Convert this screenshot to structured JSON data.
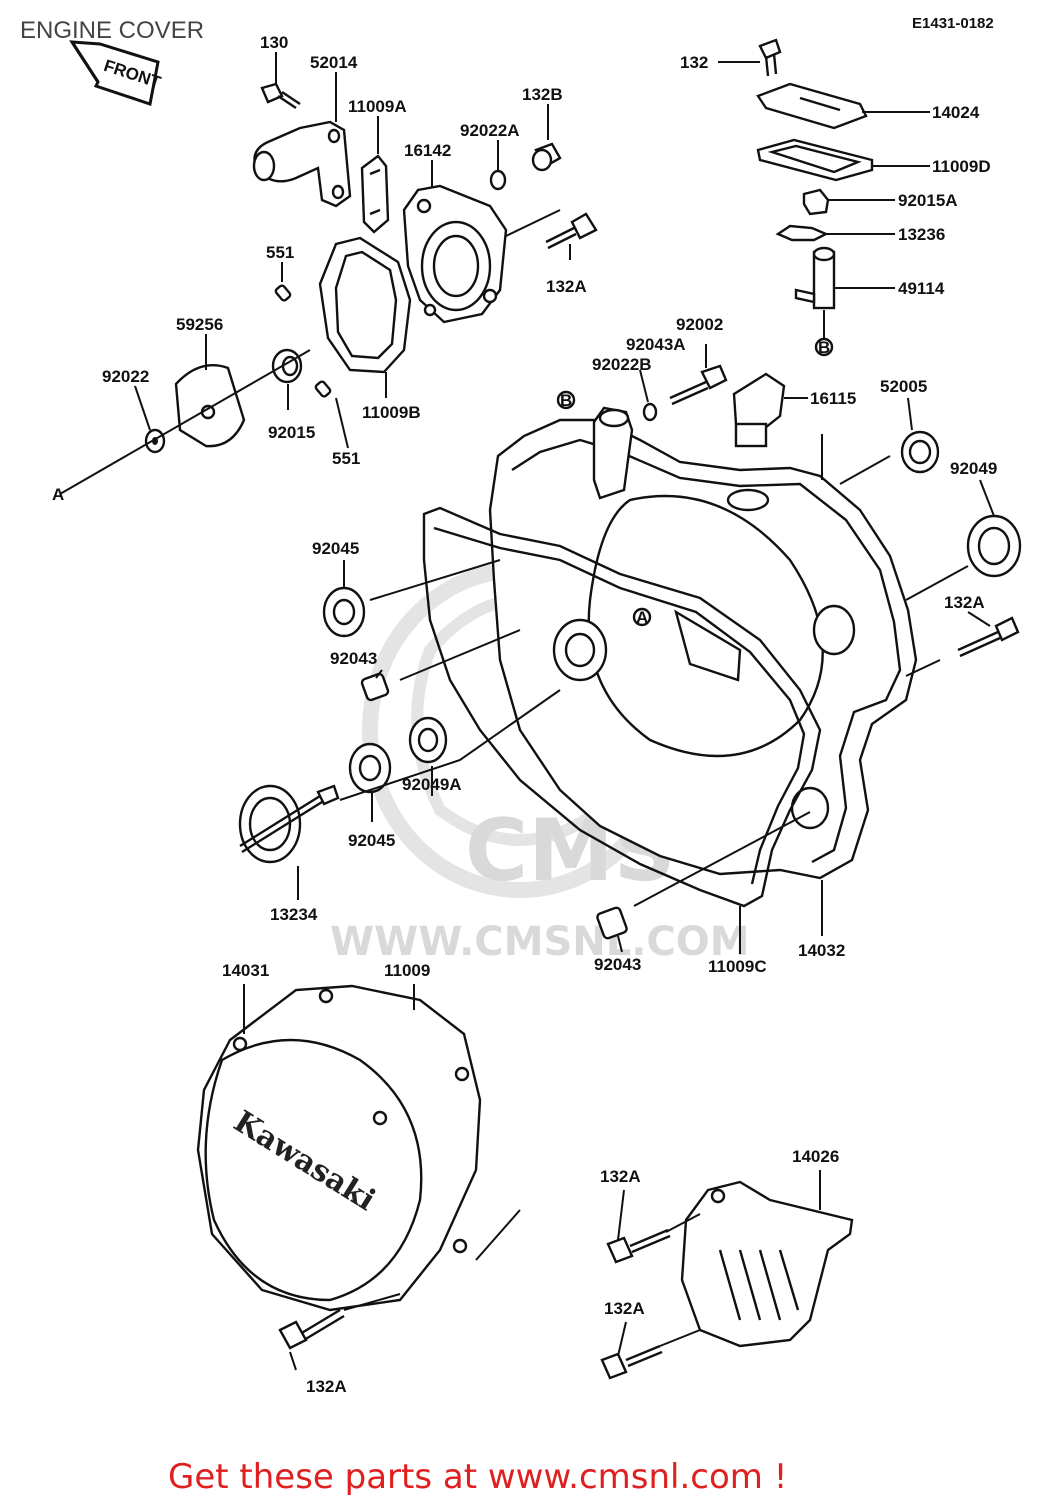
{
  "diagram": {
    "title": "ENGINE COVER",
    "drawing_code": "E1431-0182",
    "front_label": "FRONT",
    "brand_lettering": "Kawasaki",
    "watermark": {
      "logo": "CMS",
      "url": "WWW.CMSNL.COM"
    },
    "ref_markers": {
      "a": "A",
      "b": "B"
    },
    "part_labels": {
      "p130": "130",
      "p52014": "52014",
      "p11009A": "11009A",
      "p132B": "132B",
      "p92022A": "92022A",
      "p16142": "16142",
      "p551_top": "551",
      "p132A_top": "132A",
      "p59256": "59256",
      "p92022": "92022",
      "p92015": "92015",
      "p11009B": "11009B",
      "p551_bottom": "551",
      "p132": "132",
      "p14024": "14024",
      "p11009D": "11009D",
      "p92015A": "92015A",
      "p13236": "13236",
      "p49114": "49114",
      "p92002": "92002",
      "p92043A": "92043A",
      "p92022B": "92022B",
      "p16115": "16115",
      "p52005": "52005",
      "p92049": "92049",
      "p92045_top": "92045",
      "p132A_right": "132A",
      "p92043_left": "92043",
      "p92049A": "92049A",
      "p92045_bottom": "92045",
      "p13234": "13234",
      "p14032": "14032",
      "p92043_bottom": "92043",
      "p11009C": "11009C",
      "p14031": "14031",
      "p11009": "11009",
      "p14026": "14026",
      "p132A_guard_top": "132A",
      "p132A_guard_bottom": "132A",
      "p132A_cover": "132A"
    }
  },
  "footer": {
    "cta": "Get these parts at www.cmsnl.com !"
  }
}
